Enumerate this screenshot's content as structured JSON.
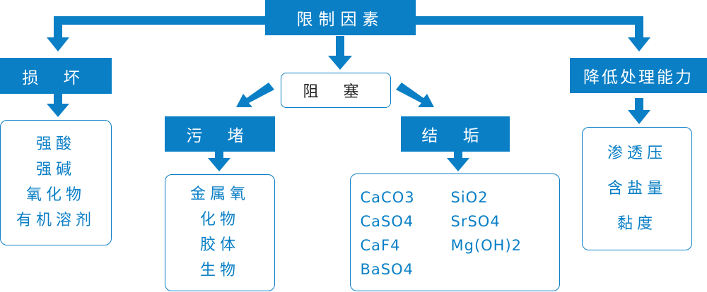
{
  "root": {
    "label": "限制因素"
  },
  "branches": {
    "damage": {
      "label": "损 坏",
      "items": [
        "强酸",
        "强碱",
        "氧化物",
        "有机溶剂"
      ]
    },
    "blockage": {
      "label": "阻 塞",
      "fouling": {
        "label": "污 堵",
        "items": [
          "金属氧",
          "化物",
          "胶体",
          "生物"
        ]
      },
      "scaling": {
        "label": "结 垢",
        "items": [
          "CaCO3",
          "SiO2",
          "CaSO4",
          "SrSO4",
          "CaF4",
          "Mg(OH)2",
          "BaSO4"
        ]
      }
    },
    "reduce": {
      "label": "降低处理能力",
      "items": [
        "渗透压",
        "含盐量",
        "黏度"
      ]
    }
  },
  "colors": {
    "primary": "#0a7fc6",
    "text_dark": "#222222"
  }
}
